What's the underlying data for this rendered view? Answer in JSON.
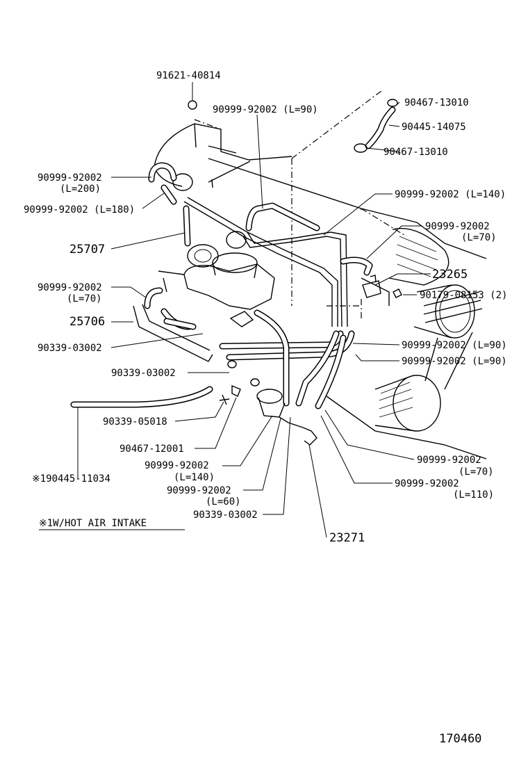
{
  "labels": {
    "p_91621_40814": "91621-40814",
    "p_90999_l90_top": "90999-92002 (L=90)",
    "p_90467_13010_a": "90467-13010",
    "p_90445_14075": "90445-14075",
    "p_90467_13010_b": "90467-13010",
    "p_90999_l200_a": "90999-92002",
    "p_90999_l200_b": "(L=200)",
    "p_90999_l180": "90999-92002 (L=180)",
    "p_90999_l140_top": "90999-92002 (L=140)",
    "p_90999_l70_r_a": "90999-92002",
    "p_90999_l70_r_b": "(L=70)",
    "p_25707": "25707",
    "p_23265": "23265",
    "p_90999_l70_l_a": "90999-92002",
    "p_90999_l70_l_b": "(L=70)",
    "p_90179": "90179-08153 (2)",
    "p_25706": "25706",
    "p_90339_03002_a": "90339-03002",
    "p_90999_l90_m1": "90999-92002 (L=90)",
    "p_90999_l90_m2": "90999-92002 (L=90)",
    "p_90339_03002_b": "90339-03002",
    "p_90339_05018": "90339-05018",
    "p_90467_12001": "90467-12001",
    "p_90999_l140_b_a": "90999-92002",
    "p_90999_l140_b_b": "(L=140)",
    "p_90999_l70_br_a": "90999-92002",
    "p_90999_l70_br_b": "(L=70)",
    "p_90999_l60_a": "90999-92002",
    "p_90999_l60_b": "(L=60)",
    "p_90999_l110_a": "90999-92002",
    "p_90999_l110_b": "(L=110)",
    "p_90445_11034": "※190445-11034",
    "p_90339_03002_c": "90339-03002",
    "p_23271": "23271",
    "note": "※1W/HOT AIR INTAKE",
    "code": "170460"
  },
  "icons": [
    "clamp-icon",
    "hose-icon",
    "vacuum-switch-icon",
    "pulley-icon",
    "valve-icon"
  ]
}
